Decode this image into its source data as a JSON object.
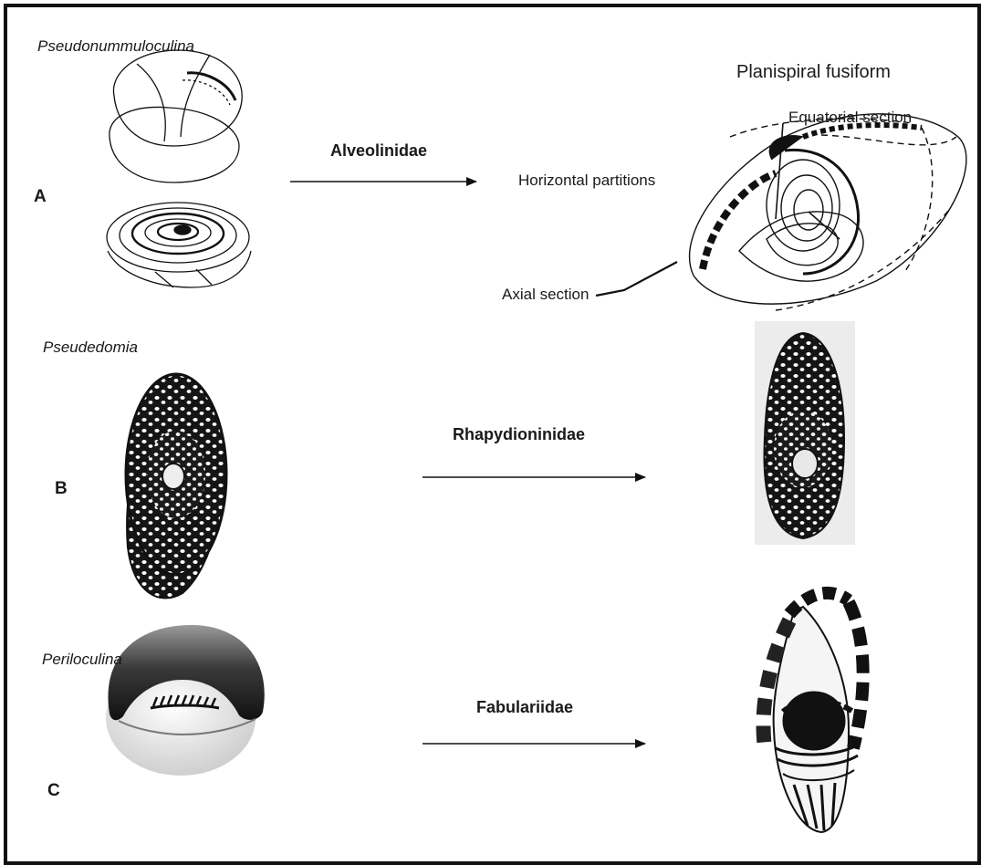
{
  "rows": [
    {
      "panel": "A",
      "genus": "Pseudonummuloculina",
      "family": "Alveolinidae",
      "right_title": "Planispiral fusiform",
      "annotations": {
        "equatorial": "Equatorial section",
        "horizontal": "Horizontal partitions",
        "axial": "Axial section"
      }
    },
    {
      "panel": "B",
      "genus": "Pseudedomia",
      "family": "Rhapydioninidae"
    },
    {
      "panel": "C",
      "genus": "Periloculina",
      "family": "Fabulariidae"
    }
  ],
  "colors": {
    "ink": "#111111",
    "border": "#111111",
    "background": "#ffffff"
  }
}
